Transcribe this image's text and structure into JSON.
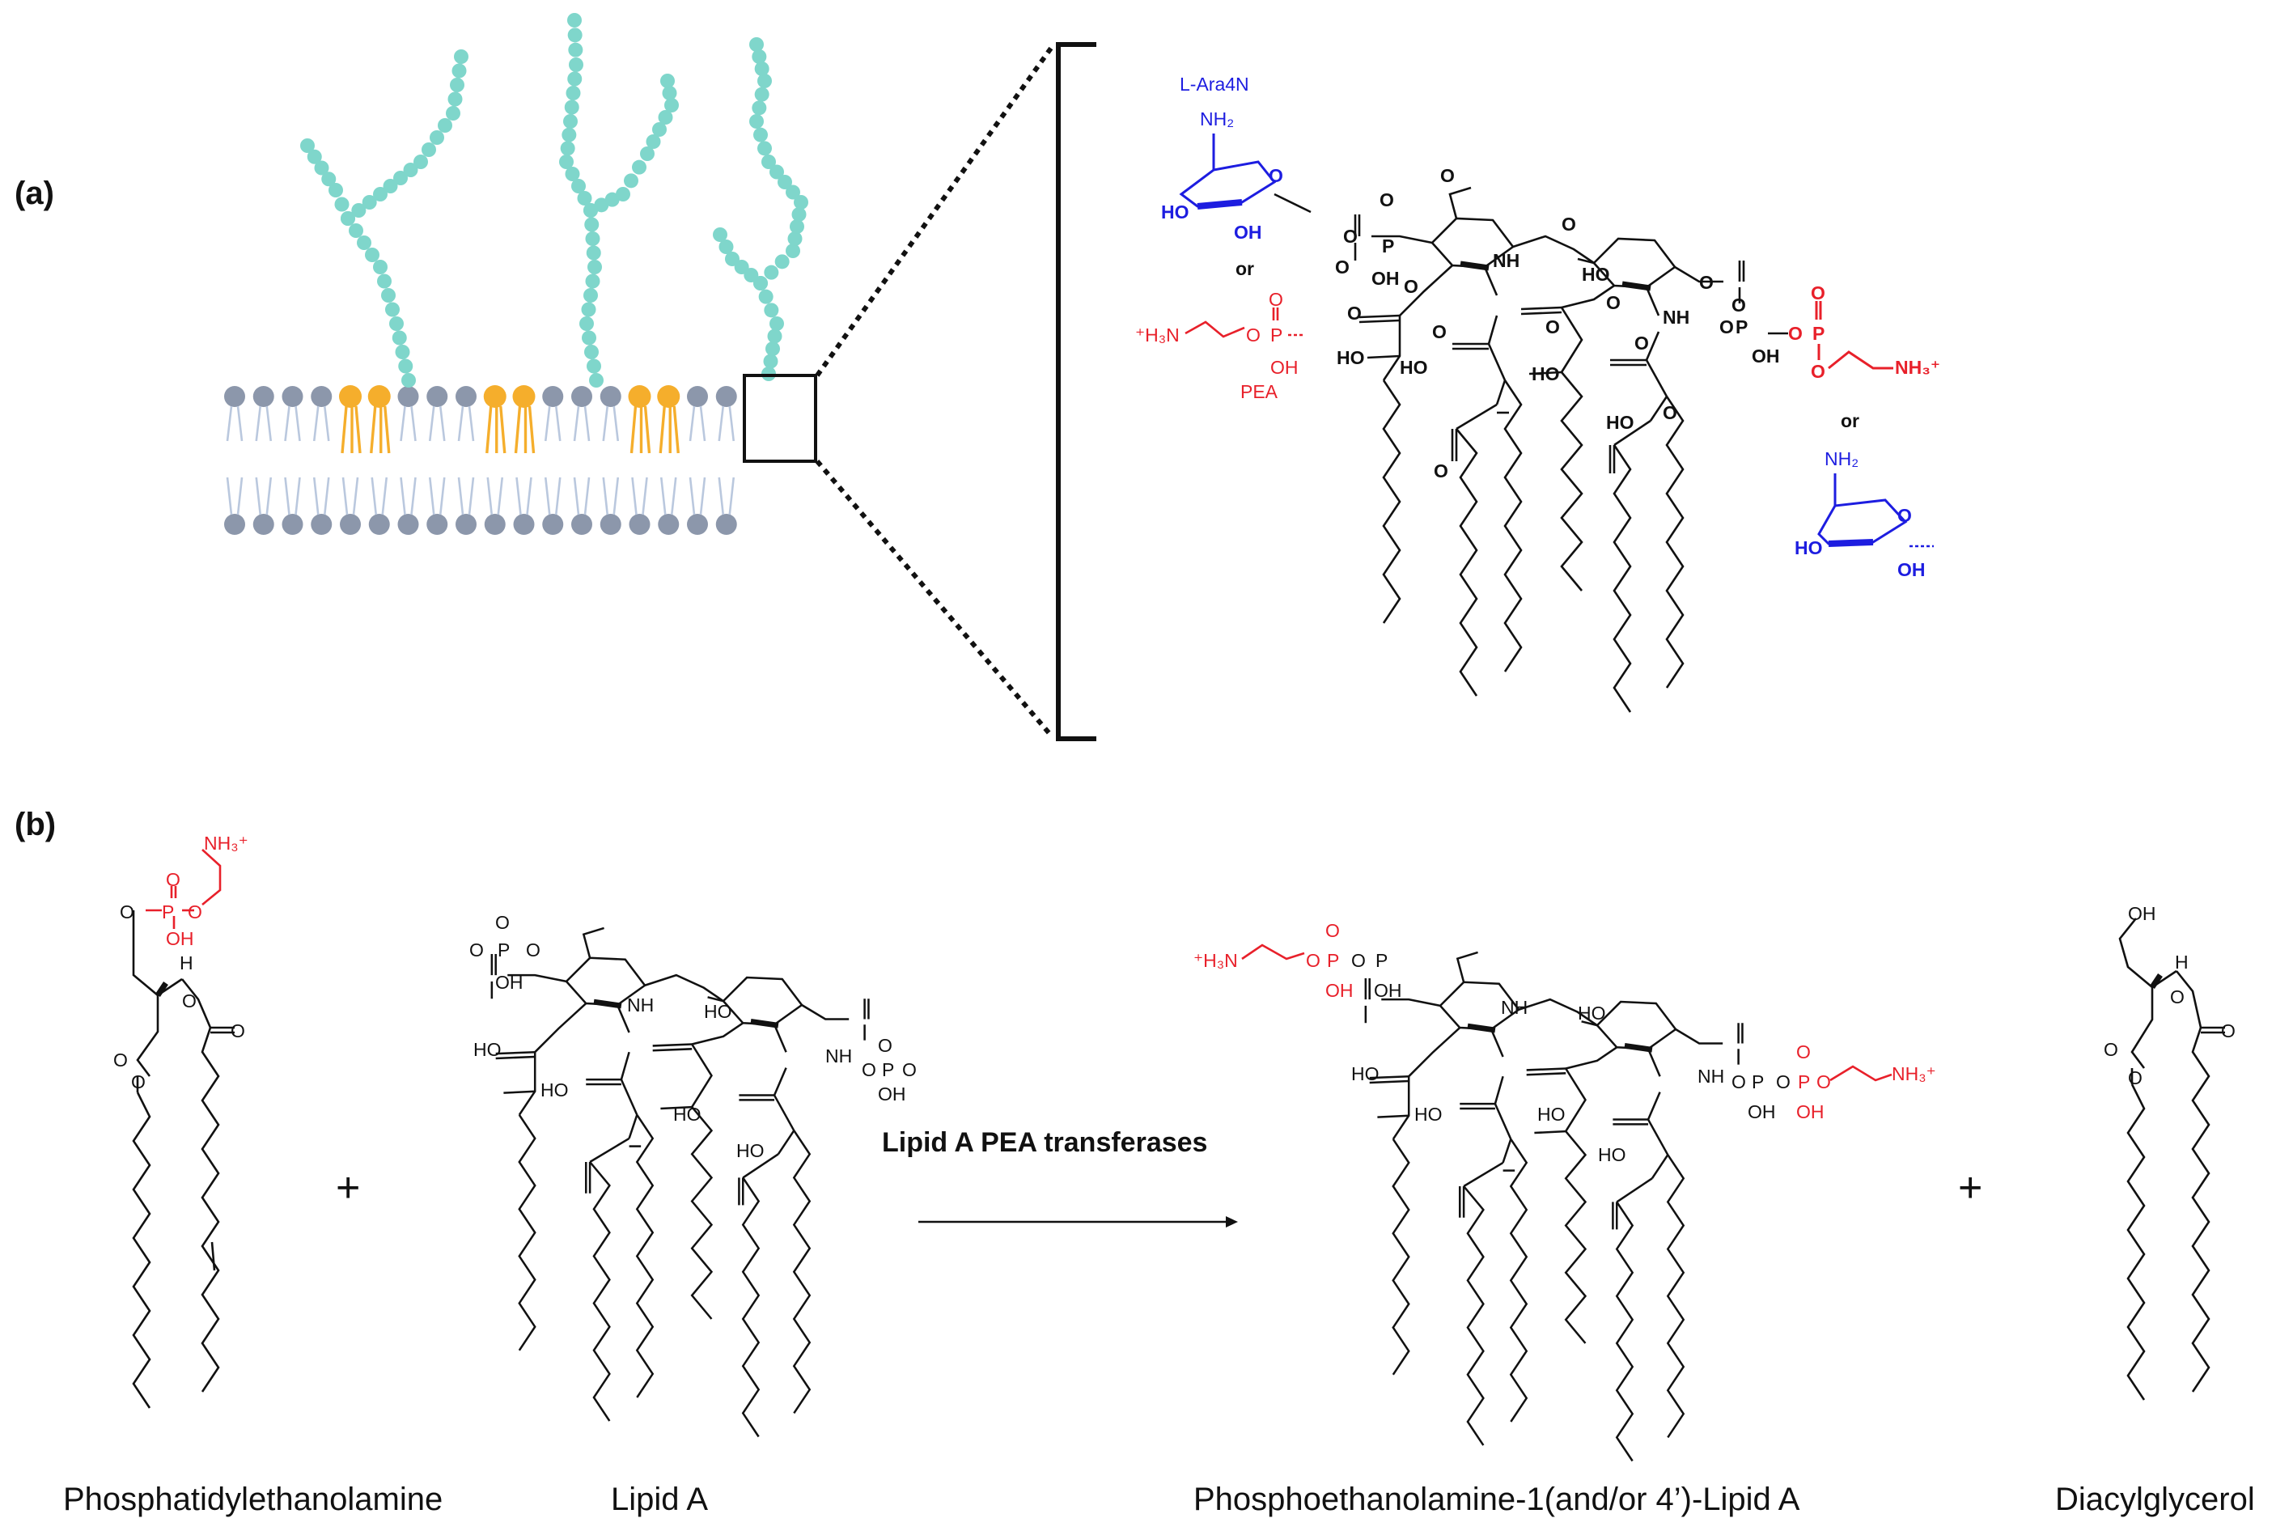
{
  "panels": {
    "a": "(a)",
    "b": "(b)"
  },
  "panel_a": {
    "l_ara4n_title": "L-Ara4N",
    "pea_title": "PEA",
    "or": "or",
    "atoms": {
      "nh2": "NH₂",
      "ho": "HO",
      "oh": "OH",
      "o": "O",
      "p": "P",
      "nh": "NH",
      "h3n_plus": "⁺H₃N",
      "nh3_plus": "NH₃⁺"
    }
  },
  "panel_b": {
    "reaction_label": "Lipid A PEA transferases",
    "plus": "+",
    "h": "H",
    "captions": {
      "pe": "Phosphatidylethanolamine",
      "lipid_a": "Lipid A",
      "pea_lipid_a": "Phosphoethanolamine-1(and/or 4’)-Lipid A",
      "dag": "Diacylglycerol"
    }
  },
  "colors": {
    "lps_chain": "#7fd6cb",
    "lipid_a_head": "#f5ae2c",
    "membrane_head": "#8c97ab",
    "membrane_tail": "#bac8de",
    "pea": "#e8202a",
    "ara4n": "#1d1de0",
    "ink": "#111111"
  }
}
